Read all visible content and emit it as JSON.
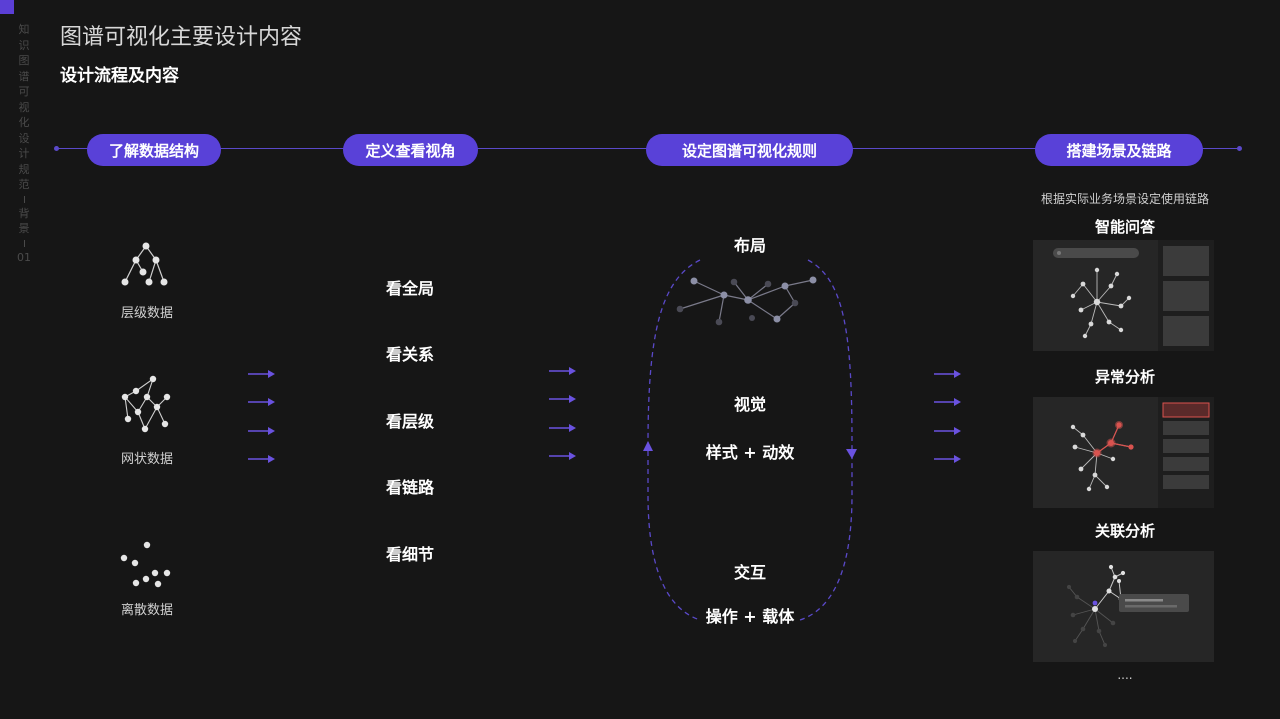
{
  "page": {
    "title": "图谱可视化主要设计内容",
    "subtitle": "设计流程及内容",
    "side_label": [
      "知",
      "识",
      "图",
      "谱",
      "可",
      "视",
      "化",
      "设",
      "计",
      "规",
      "范",
      "背",
      "景"
    ],
    "side_number": "01"
  },
  "steps": [
    {
      "label": "了解数据结构"
    },
    {
      "label": "定义查看视角"
    },
    {
      "label": "设定图谱可视化规则"
    },
    {
      "label": "搭建场景及链路"
    }
  ],
  "data_types": [
    {
      "label": "层级数据",
      "icon": "hierarchy-graph-icon"
    },
    {
      "label": "网状数据",
      "icon": "network-graph-icon"
    },
    {
      "label": "离散数据",
      "icon": "scatter-dots-icon"
    }
  ],
  "views": [
    "看全局",
    "看关系",
    "看层级",
    "看链路",
    "看细节"
  ],
  "rules": {
    "layout": "布局",
    "visual": "视觉",
    "visual_detail": "样式 + 动效",
    "interaction": "交互",
    "interaction_detail": "操作 + 载体"
  },
  "scenes": {
    "intro": "根据实际业务场景设定使用链路",
    "items": [
      "智能问答",
      "异常分析",
      "关联分析"
    ],
    "more": "...."
  },
  "colors": {
    "accent": "#5941d8",
    "background": "#161616",
    "node": "#d9d9d9",
    "alert": "#d9534f"
  }
}
